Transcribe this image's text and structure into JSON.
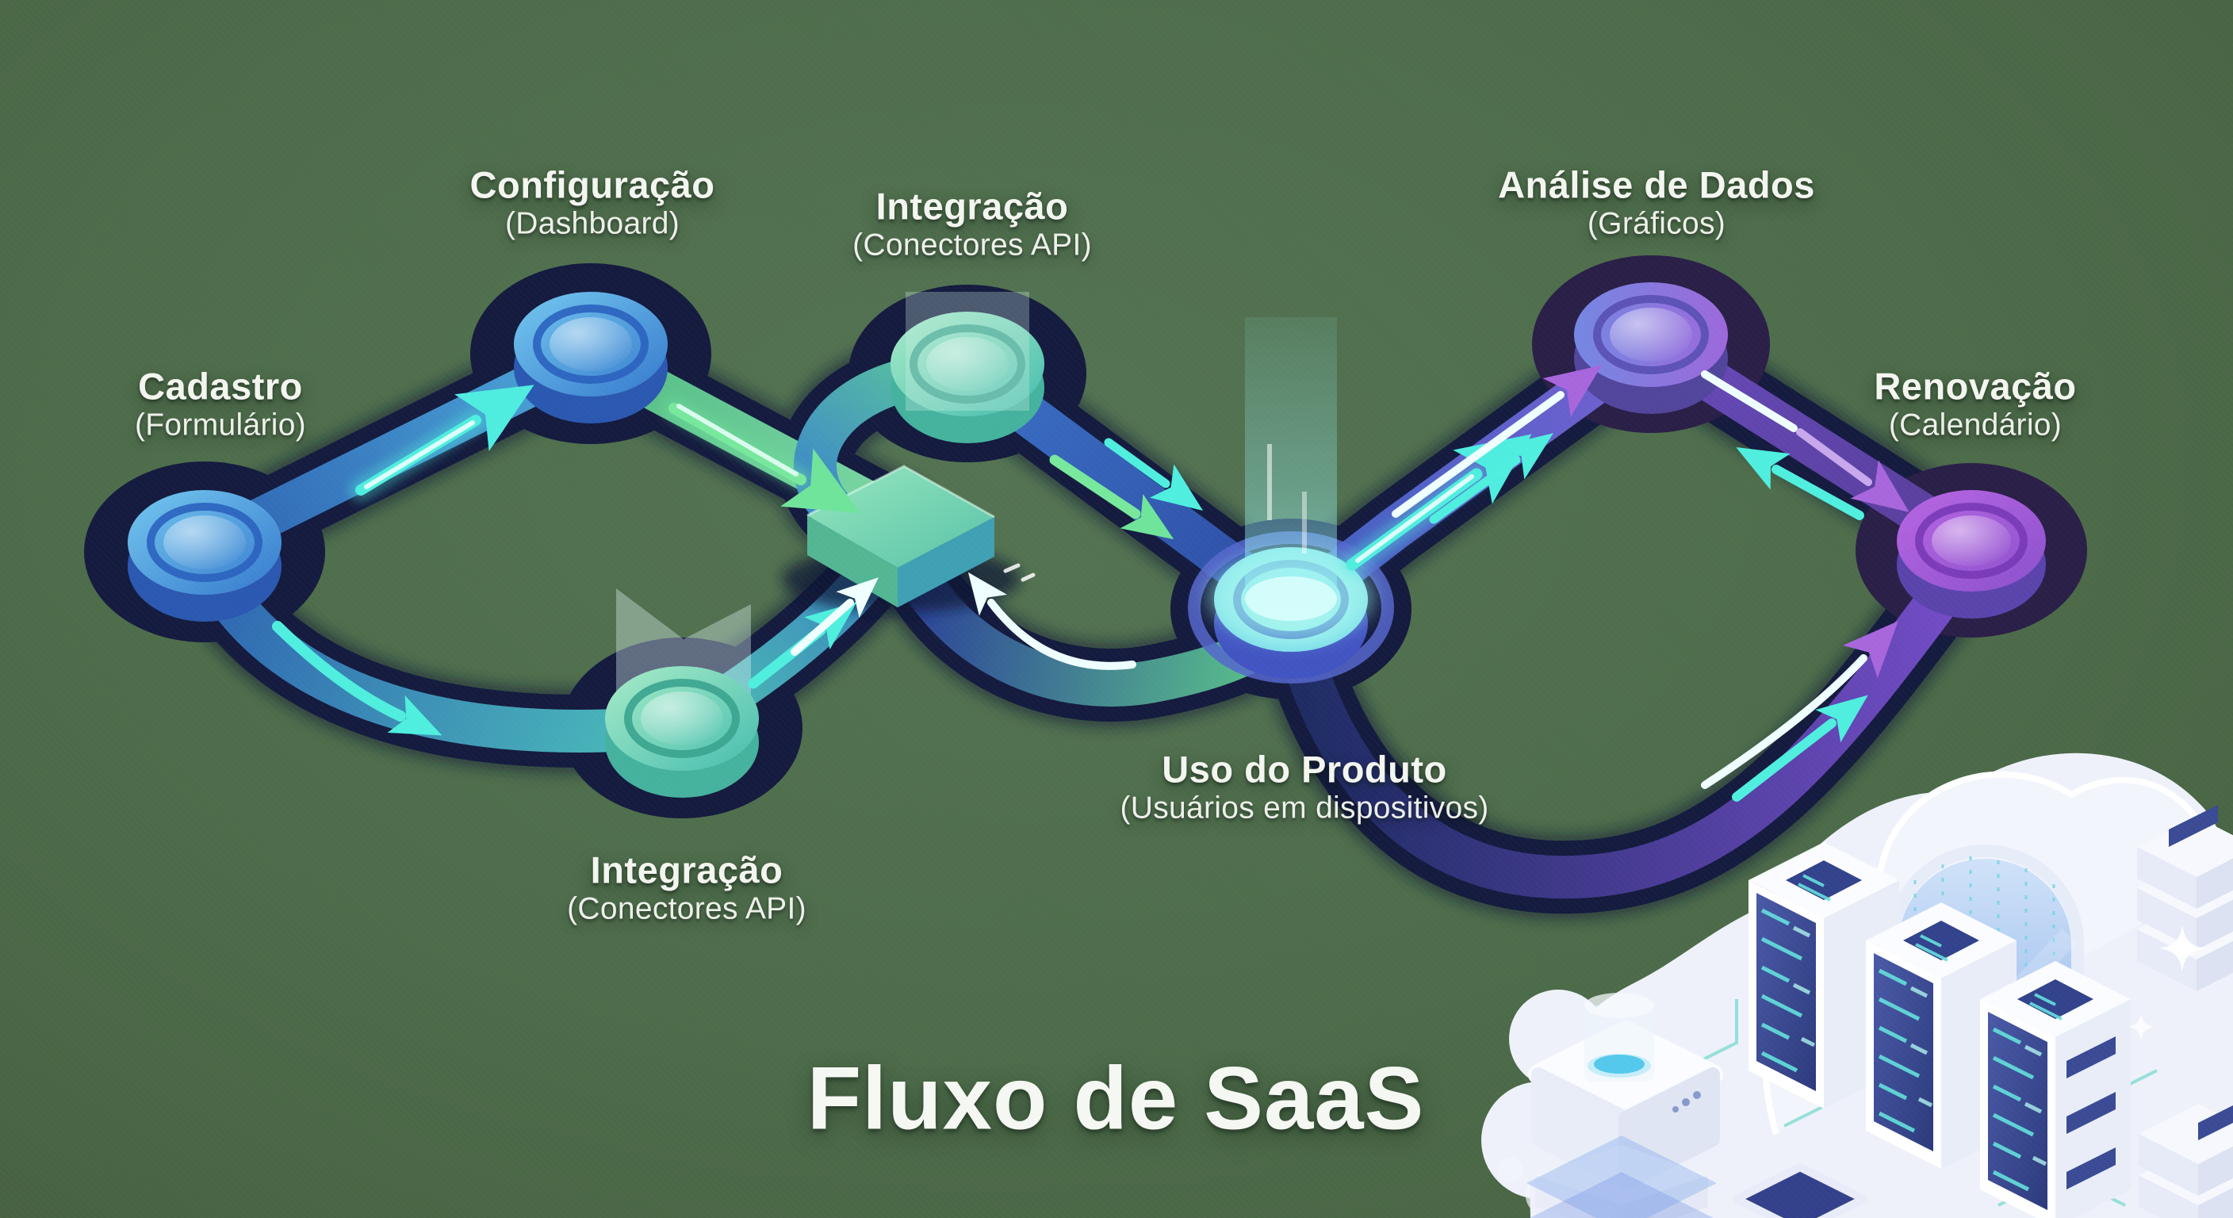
{
  "title": "Fluxo de SaaS",
  "palette": {
    "background": "#4d6c4a",
    "tube_dark": "#141b3e",
    "arrow_cyan": "#4feede",
    "arrow_green": "#6fe49a",
    "arrow_purple": "#a866dc",
    "arrow_white": "#effeff",
    "label_text": "#f3f5ef"
  },
  "nodes": [
    {
      "id": "cadastro",
      "title": "Cadastro",
      "subtitle": "(Formulário)",
      "color": "#4aa0de"
    },
    {
      "id": "configuracao",
      "title": "Configuração",
      "subtitle": "(Dashboard)",
      "color": "#4392da"
    },
    {
      "id": "integracao-topo",
      "title": "Integração",
      "subtitle": "(Conectores API)",
      "color": "#63d2a6"
    },
    {
      "id": "integracao-baixo",
      "title": "Integração",
      "subtitle": "(Conectores API)",
      "color": "#66d6a8"
    },
    {
      "id": "uso-do-produto",
      "title": "Uso do Produto",
      "subtitle": "(Usuários em dispositivos)",
      "color": "#7fe4ee"
    },
    {
      "id": "analise-de-dados",
      "title": "Análise de Dados",
      "subtitle": "(Gráficos)",
      "color": "#8a6cd6"
    },
    {
      "id": "renovacao",
      "title": "Renovação",
      "subtitle": "(Calendário)",
      "color": "#a65ad4"
    }
  ]
}
